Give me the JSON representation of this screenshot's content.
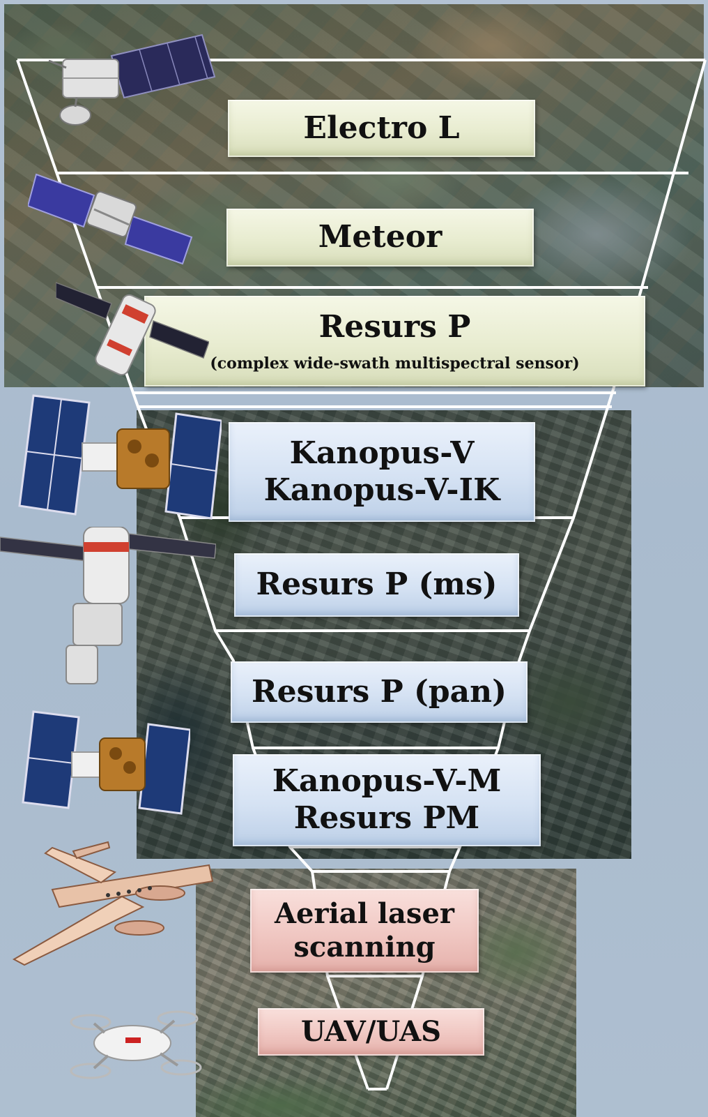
{
  "levels": [
    {
      "lines": [
        "Electro L"
      ]
    },
    {
      "lines": [
        "Meteor"
      ]
    },
    {
      "lines": [
        "Resurs P"
      ],
      "subtitle": "(complex wide-swath multispectral sensor)"
    },
    {
      "lines": [
        "Kanopus-V",
        "Kanopus-V-IK"
      ]
    },
    {
      "lines": [
        "Resurs P (ms)"
      ]
    },
    {
      "lines": [
        "Resurs P (pan)"
      ]
    },
    {
      "lines": [
        "Kanopus-V-M",
        "Resurs PM"
      ]
    },
    {
      "lines": [
        "Aerial laser",
        "scanning"
      ]
    },
    {
      "lines": [
        "UAV/UAS"
      ]
    }
  ],
  "icons": [
    "satellite-icon",
    "satellite-icon",
    "satellite-icon",
    "satellite-icon",
    "satellite-icon",
    "satellite-icon",
    "airplane-icon",
    "drone-icon"
  ],
  "colors": {
    "green_box": "#e8ecd0",
    "blue_box": "#d5e2f3",
    "pink_box": "#f0c7c2",
    "funnel_lines": "#ffffff",
    "background": "#b3c2d3"
  }
}
